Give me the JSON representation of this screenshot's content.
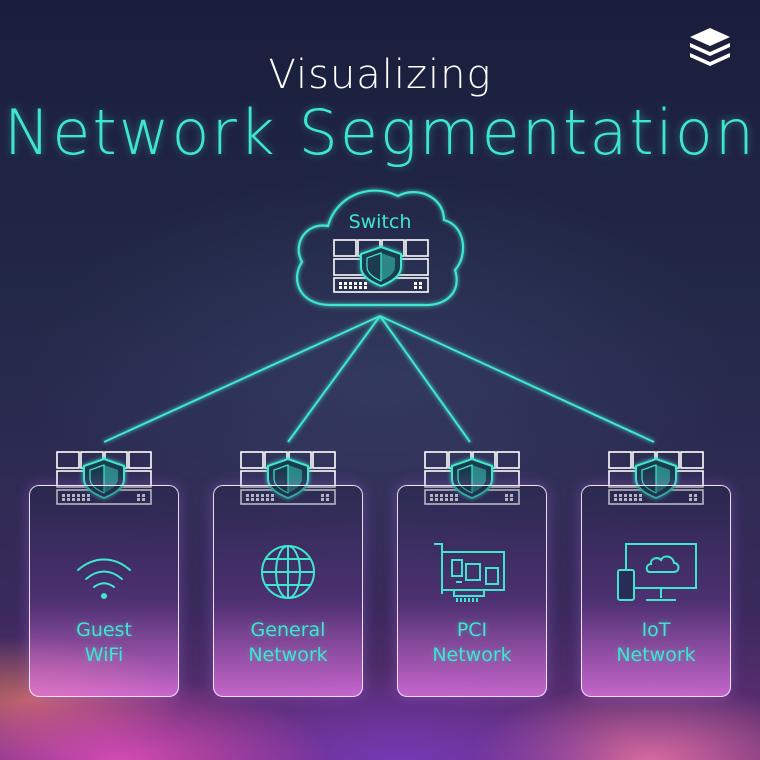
{
  "title": {
    "line1": "Visualizing",
    "line2": "Network Segmentation"
  },
  "switch": {
    "label": "Switch"
  },
  "segments": [
    {
      "line1": "Guest",
      "line2": "WiFi",
      "icon": "wifi-icon"
    },
    {
      "line1": "General",
      "line2": "Network",
      "icon": "globe-icon"
    },
    {
      "line1": "PCI",
      "line2": "Network",
      "icon": "network-card-icon"
    },
    {
      "line1": "IoT",
      "line2": "Network",
      "icon": "iot-devices-icon"
    }
  ],
  "colors": {
    "accent": "#3fe6cf",
    "text": "#ffffff",
    "background": "#232848"
  }
}
